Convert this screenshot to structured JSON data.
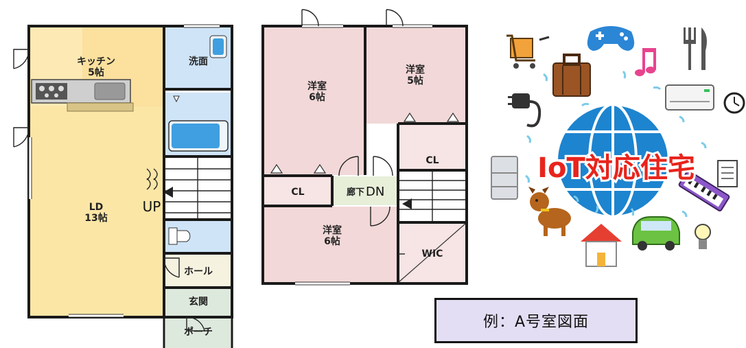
{
  "floor1": {
    "kitchen": "キッチン",
    "kitchen_size": "5帖",
    "washroom": "洗面",
    "ld": "LD",
    "ld_size": "13帖",
    "up": "UP",
    "hall": "ホール",
    "entrance": "玄関",
    "porch": "ポーチ"
  },
  "floor2": {
    "room_a": "洋室",
    "room_a_size": "6帖",
    "room_b": "洋室",
    "room_b_size": "5帖",
    "cl_left": "CL",
    "cl_right": "CL",
    "hallway": "廊下",
    "dn": "DN",
    "room_c": "洋室",
    "room_c_size": "6帖",
    "wic": "WIC"
  },
  "iot": {
    "title": "IoT対応住宅",
    "title_color": "#e8241c",
    "globe_color": "#1d84cf"
  },
  "caption": "例：A号室図面"
}
